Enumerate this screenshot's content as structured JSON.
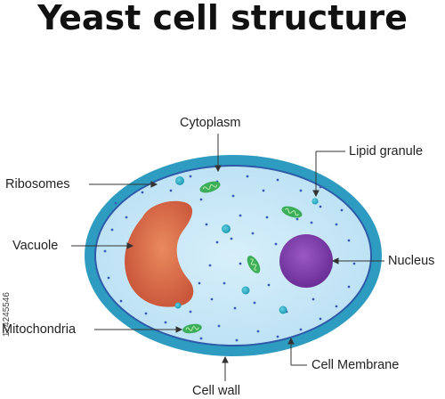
{
  "title": "Yeast cell structure",
  "labels": {
    "cytoplasm": "Cytoplasm",
    "lipid_granule": "Lipid granule",
    "ribosomes": "Ribosomes",
    "vacuole": "Vacuole",
    "nucleus": "Nucleus",
    "mitochondria": "Mitochondria",
    "cell_membrane": "Cell Membrane",
    "cell_wall": "Cell wall"
  },
  "stock_id": "124245546",
  "colors": {
    "cell_wall": "#2e9cc0",
    "cell_membrane": "#2e5aa8",
    "cytoplasm": "#bfe4f6",
    "vacuole": "#d2603e",
    "nucleus": "#7a3aa8",
    "mitochondria": "#3cae5a",
    "lipid_granule": "#2ab0c8",
    "ribosome": "#3a5fb5"
  }
}
